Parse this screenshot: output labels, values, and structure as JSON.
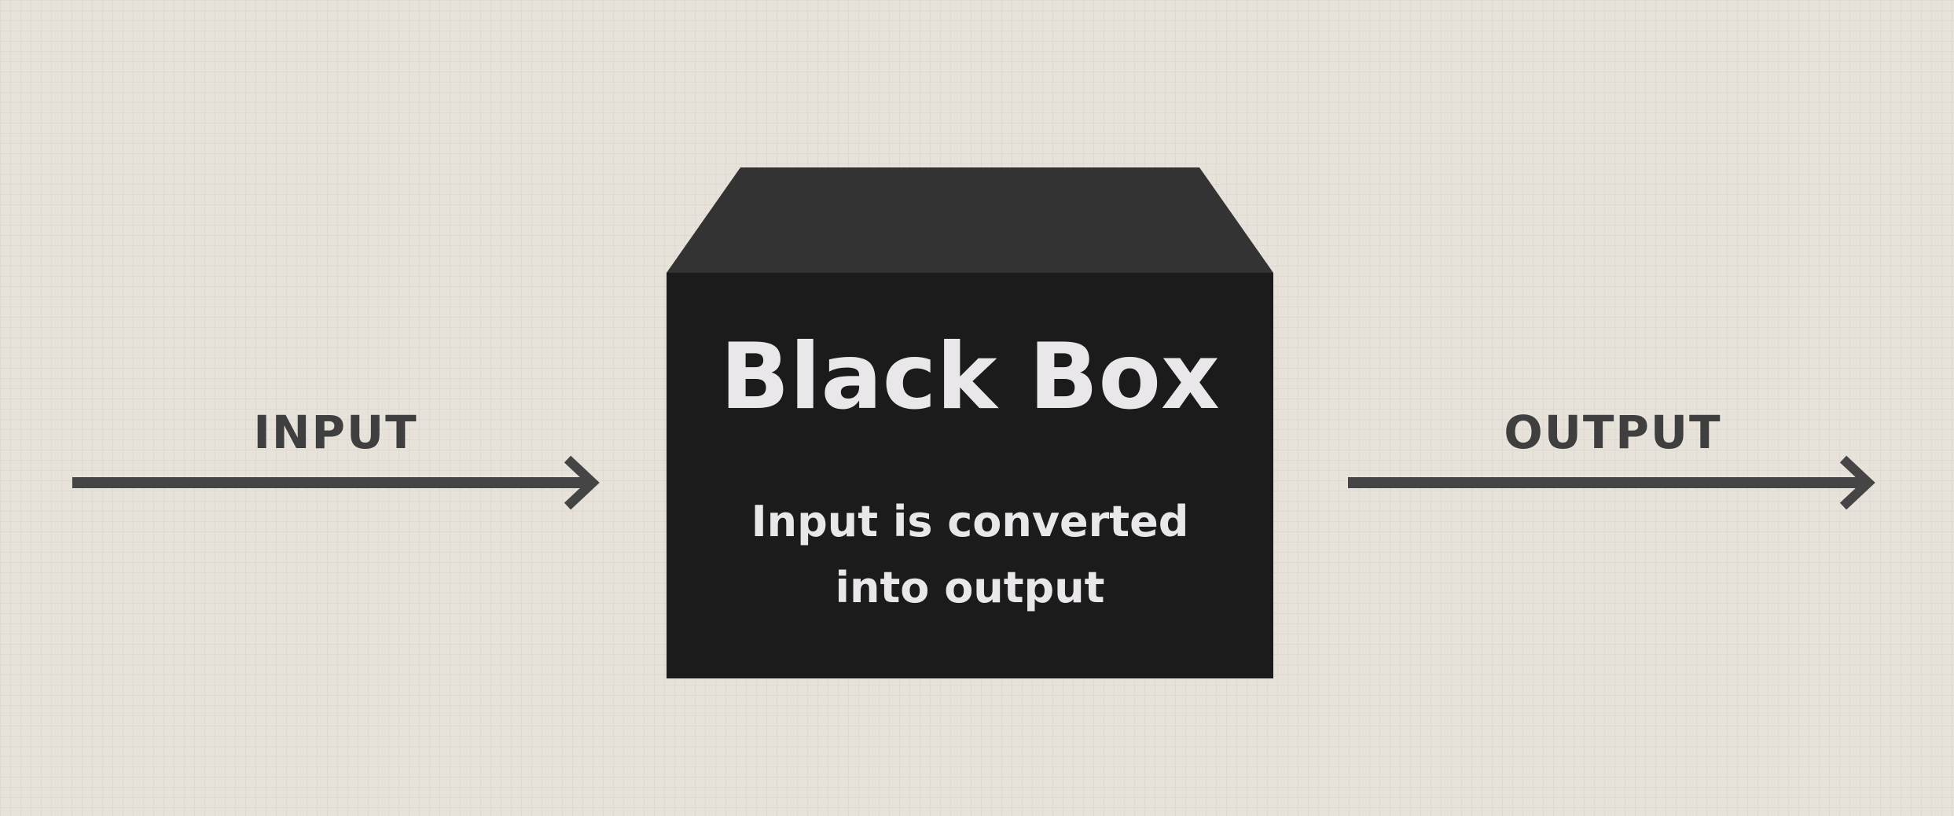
{
  "diagram": {
    "input_label": "INPUT",
    "output_label": "OUTPUT",
    "box_title": "Black Box",
    "box_description_line1": "Input is converted",
    "box_description_line2": "into output"
  },
  "colors": {
    "background": "#e8e3da",
    "box_front": "#1b1b1b",
    "box_top": "#333333",
    "arrow": "#454545",
    "box_text": "#e9e7ea",
    "label_text": "#3f3f3f"
  }
}
